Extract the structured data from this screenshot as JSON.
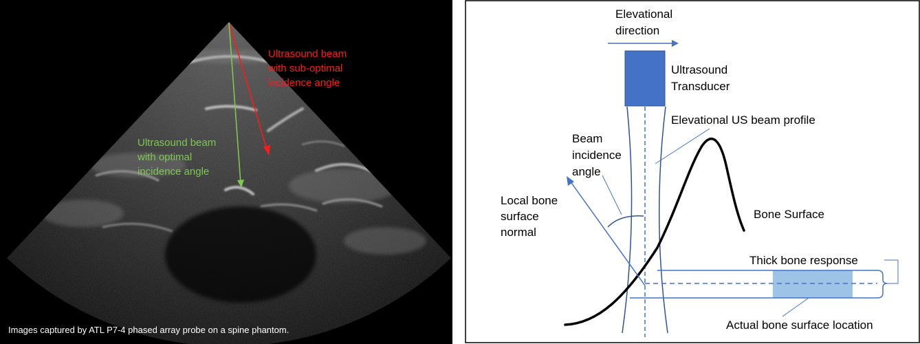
{
  "left_panel": {
    "red_label": [
      "Ultrasound beam",
      "with sub-optimal",
      "incidence angle"
    ],
    "green_label": [
      "Ultrasound beam",
      "with optimal",
      "incidence angle"
    ],
    "caption": "Images captured by ATL P7-4 phased array probe on a spine phantom.",
    "colors": {
      "red_beam": "#ff1a1a",
      "green_beam": "#7ec850"
    }
  },
  "right_panel": {
    "elevational_direction": [
      "Elevational",
      "direction"
    ],
    "transducer_label": [
      "Ultrasound",
      "Transducer"
    ],
    "beam_profile_label": "Elevational US beam profile",
    "beam_incidence_label": [
      "Beam",
      "incidence",
      "angle"
    ],
    "local_normal_label": [
      "Local bone",
      "surface",
      "normal"
    ],
    "bone_surface_label": "Bone Surface",
    "thick_response_label": "Thick bone response",
    "actual_location_label": "Actual bone surface location",
    "colors": {
      "accent": "#4472c4",
      "transducer": "#4472c4",
      "response_fill": "#9dc3e6"
    }
  }
}
